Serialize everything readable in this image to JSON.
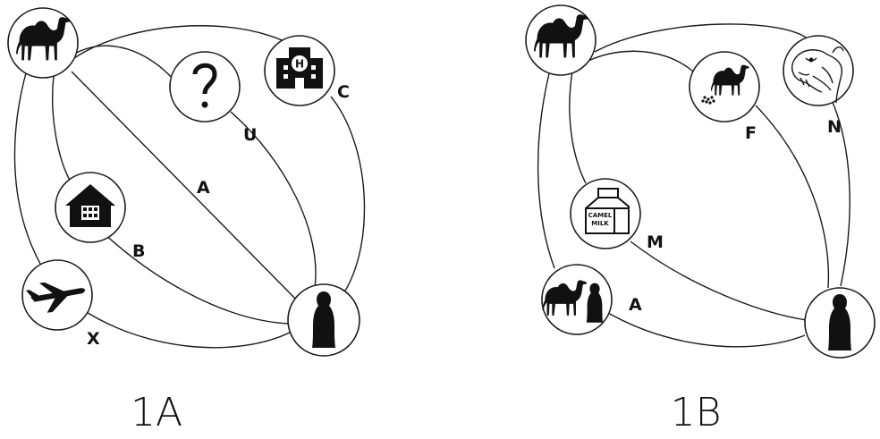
{
  "panels": [
    {
      "id": "1A",
      "label": "1A",
      "edge_labels": {
        "u": "U",
        "c": "C",
        "a": "A",
        "b": "B",
        "x": "X"
      },
      "icons": [
        "camel-icon",
        "question-mark-icon",
        "hospital-icon",
        "house-icon",
        "airplane-icon",
        "veiled-woman-icon"
      ]
    },
    {
      "id": "1B",
      "label": "1B",
      "edge_labels": {
        "f": "F",
        "n": "N",
        "m": "M",
        "a": "A"
      },
      "icons": [
        "camel-icon",
        "camel-dropping-icon",
        "camel-head-icon",
        "milk-carton-icon",
        "camel-and-woman-icon",
        "veiled-woman-icon"
      ],
      "milk_carton_text": [
        "CAMEL",
        "MILK"
      ]
    }
  ],
  "colors": {
    "ink": "#111111",
    "background": "#ffffff"
  }
}
